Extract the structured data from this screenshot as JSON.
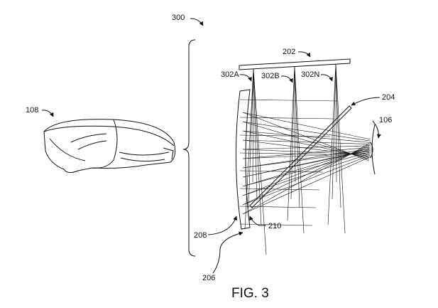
{
  "figure": {
    "caption": "FIG. 3",
    "labels": {
      "system": "300",
      "headset": "108",
      "display": "202",
      "emitter_a": "302A",
      "emitter_b": "302B",
      "emitter_n": "302N",
      "beam_splitter": "204",
      "eye": "106",
      "combiner": "208",
      "combiner_surface": "210",
      "optic": "206"
    }
  }
}
